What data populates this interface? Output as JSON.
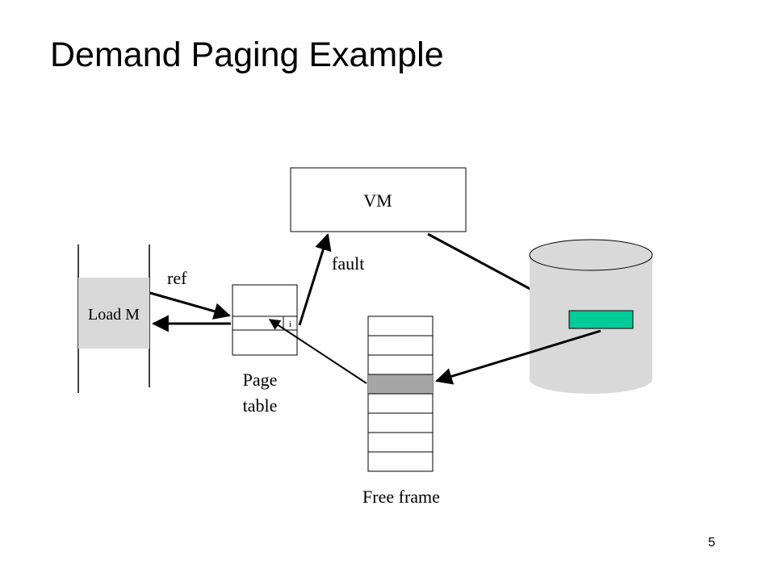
{
  "slide": {
    "title": "Demand Paging Example",
    "page_number": "5"
  },
  "diagram": {
    "program": {
      "instruction": "Load M"
    },
    "page_table": {
      "label_line1": "Page",
      "label_line2": "table",
      "invalid_bit": "i"
    },
    "vm": {
      "label": "VM"
    },
    "free_frame": {
      "label": "Free frame"
    },
    "arrows": {
      "ref": "ref",
      "fault": "fault"
    }
  },
  "colors": {
    "program_fill": "#d9d9d9",
    "program_text": "#8c8c8c",
    "disk_fill": "#d9d9d9",
    "disk_block": "#00cc99",
    "highlighted_frame": "#a6a6a6"
  }
}
